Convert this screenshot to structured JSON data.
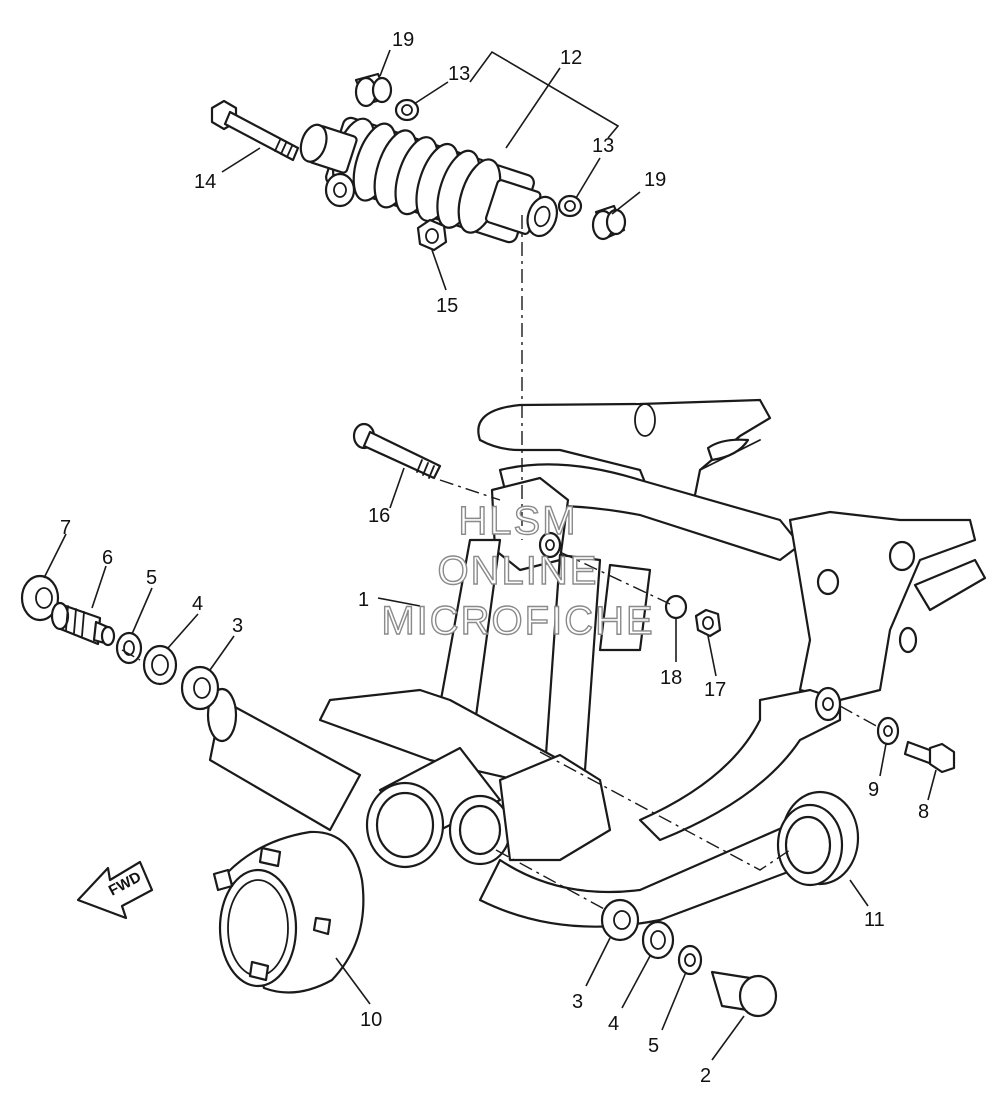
{
  "diagram": {
    "watermark": [
      "HLSM",
      "ONLINE",
      "MICROFICHE"
    ],
    "direction_arrow": "FWD",
    "labels": {
      "l1": "1",
      "l2": "2",
      "l3a": "3",
      "l3b": "3",
      "l4a": "4",
      "l4b": "4",
      "l5a": "5",
      "l5b": "5",
      "l6": "6",
      "l7": "7",
      "l8": "8",
      "l9": "9",
      "l10": "10",
      "l11": "11",
      "l12": "12",
      "l13a": "13",
      "l13b": "13",
      "l14": "14",
      "l15": "15",
      "l16": "16",
      "l17": "17",
      "l18": "18",
      "l19a": "19",
      "l19b": "19"
    }
  }
}
